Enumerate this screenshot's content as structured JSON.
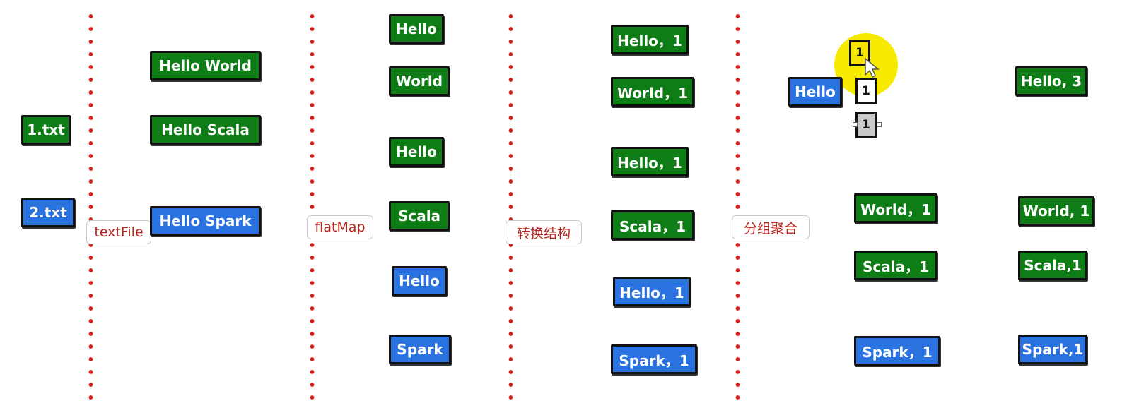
{
  "files": {
    "file1": "1.txt",
    "file2": "2.txt"
  },
  "operations": {
    "textfile": "textFile",
    "flatmap": "flatMap",
    "transform": "转换结构",
    "group_aggregate": "分组聚合"
  },
  "lines": [
    "Hello World",
    "Hello Scala",
    "Hello Spark"
  ],
  "words": [
    "Hello",
    "World",
    "Hello",
    "Scala",
    "Hello",
    "Spark"
  ],
  "pairs": [
    "Hello，1",
    "World，1",
    "Hello，1",
    "Scala，1",
    "Hello，1",
    "Spark，1"
  ],
  "group": {
    "key": "Hello",
    "values": [
      "1",
      "1",
      "1"
    ],
    "others": [
      "World，1",
      "Scala，1",
      "Spark，1"
    ]
  },
  "results": [
    "Hello, 3",
    "World, 1",
    "Scala,1",
    "Spark,1"
  ],
  "colors": {
    "file1_group": "#0e7d16",
    "file2_group": "#2a72e0",
    "separator": "#d9221a",
    "operation_text": "#b8231b",
    "highlight": "#f5ea00"
  },
  "icons": {
    "cursor": "mouse-pointer-icon"
  }
}
